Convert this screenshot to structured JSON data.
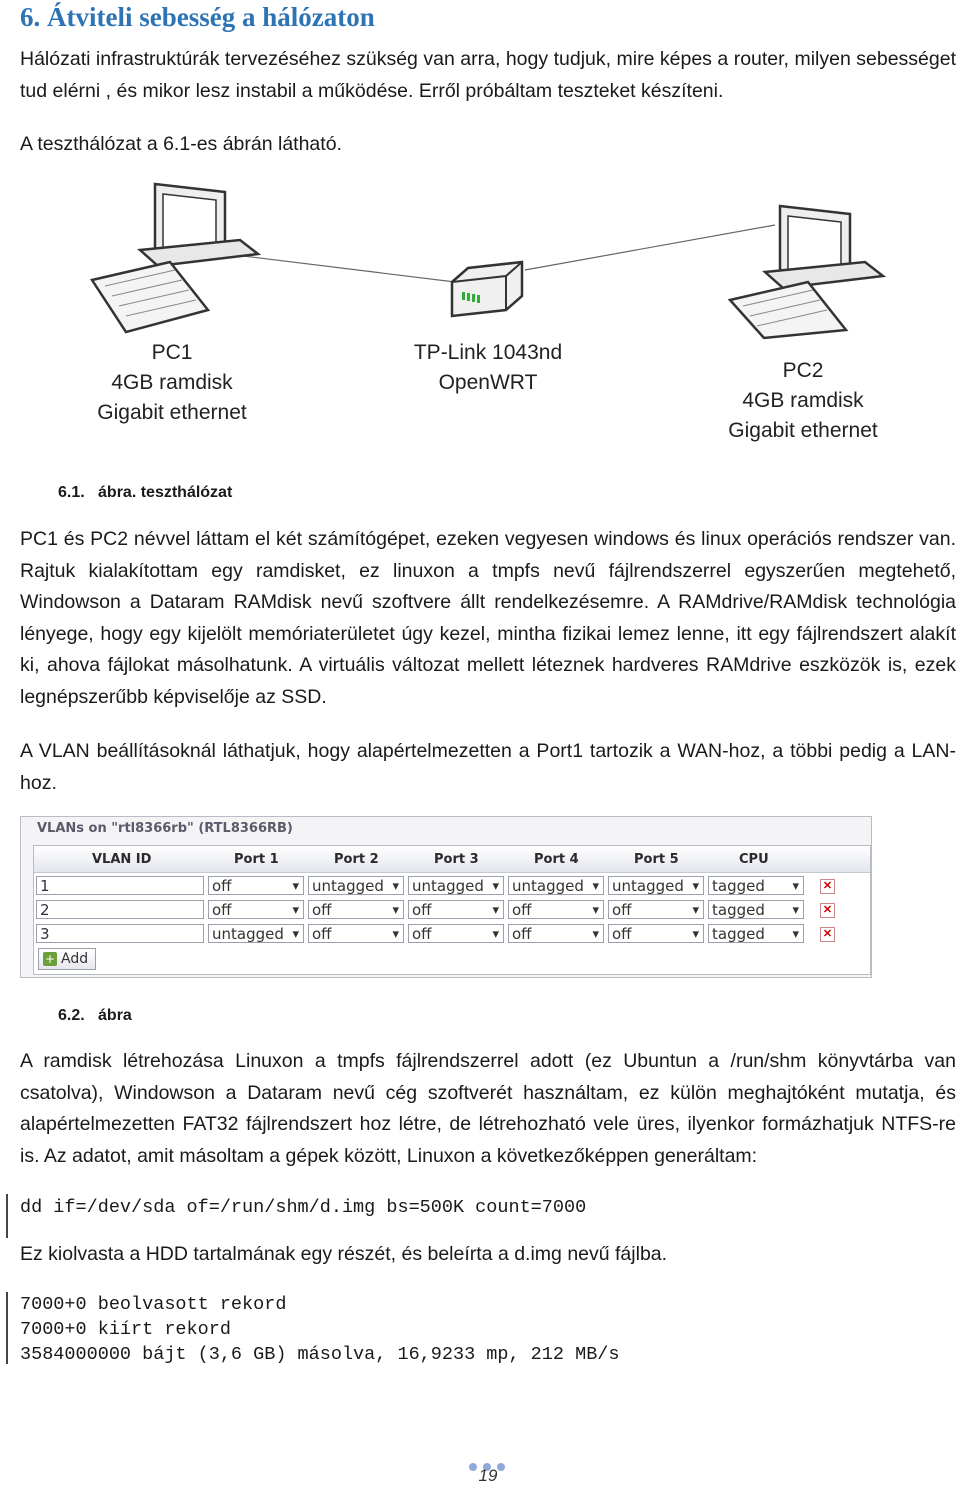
{
  "heading": "6.  Átviteli sebesség a hálózaton",
  "intro": "Hálózati infrastruktúrák tervezéséhez szükség van arra, hogy tudjuk, mire képes a router, milyen sebességet tud elérni , és mikor lesz instabil a működése. Erről próbáltam teszteket készíteni.",
  "intro2": "A teszthálózat a 6.1-es ábrán látható.",
  "diagram": {
    "pc1": [
      "PC1",
      "4GB ramdisk",
      "Gigabit ethernet"
    ],
    "router": [
      "TP-Link 1043nd",
      "OpenWRT"
    ],
    "pc2": [
      "PC2",
      "4GB ramdisk",
      "Gigabit ethernet"
    ],
    "pc1_icon": "desktop-computer-icon",
    "router_icon": "router-icon",
    "pc2_icon": "desktop-computer-icon"
  },
  "caption1": "6.1.   ábra. teszthálózat",
  "para1": "PC1 és PC2 névvel láttam el két számítógépet, ezeken vegyesen windows és linux operációs rendszer van. Rajtuk kialakítottam egy ramdisket, ez linuxon a tmpfs nevű fájlrendszerrel egyszerűen megtehető, Windowson a Dataram RAMdisk nevű szoftvere állt rendelkezésemre. A RAMdrive/RAMdisk technológia lényege, hogy egy kijelölt memóriaterületet úgy kezel, mintha fizikai lemez lenne, itt egy fájlrendszert alakít ki, ahova fájlokat másolhatunk. A virtuális változat mellett léteznek hardveres RAMdrive eszközök is, ezek legnépszerűbb képviselője az SSD.",
  "para2": "A VLAN beállításoknál láthatjuk, hogy alapértelmezetten a Port1 tartozik a WAN-hoz, a többi pedig a LAN-hoz.",
  "vlan": {
    "title": "VLANs on \"rtl8366rb\" (RTL8366RB)",
    "headers": [
      "VLAN ID",
      "Port 1",
      "Port 2",
      "Port 3",
      "Port 4",
      "Port 5",
      "CPU"
    ],
    "rows": [
      {
        "id": "1",
        "cells": [
          "off",
          "untagged",
          "untagged",
          "untagged",
          "untagged",
          "tagged"
        ]
      },
      {
        "id": "2",
        "cells": [
          "off",
          "off",
          "off",
          "off",
          "off",
          "tagged"
        ]
      },
      {
        "id": "3",
        "cells": [
          "untagged",
          "off",
          "off",
          "off",
          "off",
          "tagged"
        ]
      }
    ],
    "add_label": "Add",
    "delete_icon": "delete-icon"
  },
  "caption2": "6.2.   ábra",
  "para3": "A ramdisk létrehozása Linuxon a tmpfs fájlrendszerrel adott (ez Ubuntun a /run/shm könyvtárba van csatolva), Windowson a Dataram nevű cég szoftverét használtam, ez külön meghajtóként mutatja, és alapértelmezetten FAT32 fájlrendszert hoz létre, de létrehozható vele üres, ilyenkor formázhatjuk NTFS-re is. Az adatot, amit másoltam a gépek között, Linuxon a következőképpen generáltam:",
  "code1": "dd if=/dev/sda of=/run/shm/d.img bs=500K count=7000",
  "para4": "Ez kiolvasta a HDD tartalmának egy részét, és beleírta a d.img nevű fájlba.",
  "code2": [
    "7000+0 beolvasott rekord",
    "7000+0 kiírt rekord",
    "3584000000 bájt (3,6 GB) másolva, 16,9233 mp, 212 MB/s"
  ],
  "page_number": "19"
}
